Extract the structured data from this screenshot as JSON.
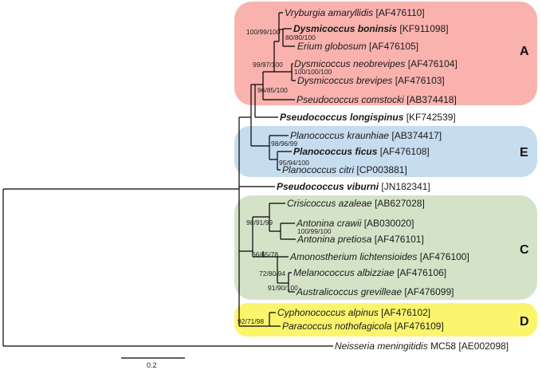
{
  "clades": [
    {
      "letter": "A",
      "color": "#f9b2ae"
    },
    {
      "letter": "E",
      "color": "#c6dcef"
    },
    {
      "letter": "C",
      "color": "#d4e3c8"
    },
    {
      "letter": "D",
      "color": "#fbf56e"
    }
  ],
  "leaves": [
    {
      "genus": "Vryburgia amaryllidis",
      "acc": "[AF476110]",
      "bold": false
    },
    {
      "genus": "Dysmicoccus boninsis",
      "acc": "[KF911098]",
      "bold": true
    },
    {
      "genus": "Erium globosum",
      "acc": "[AF476105]",
      "bold": false
    },
    {
      "genus": "Dysmicoccus neobrevipes",
      "acc": "[AF476104]",
      "bold": false
    },
    {
      "genus": "Dysmicoccus brevipes",
      "acc": "[AF476103]",
      "bold": false
    },
    {
      "genus": "Pseudococcus comstocki",
      "acc": "[AB374418]",
      "bold": false
    },
    {
      "genus": "Pseudococcus longispinus",
      "acc": "[KF742539]",
      "bold": true
    },
    {
      "genus": "Planococcus kraunhiae",
      "acc": "[AB374417]",
      "bold": false
    },
    {
      "genus": "Planococcus ficus",
      "acc": "[AF476108]",
      "bold": true
    },
    {
      "genus": "Planococcus citri",
      "acc": "[CP003881]",
      "bold": false
    },
    {
      "genus": "Pseudococcus viburni",
      "acc": "[JN182341]",
      "bold": true
    },
    {
      "genus": "Crisicoccus azaleae",
      "acc": "[AB627028]",
      "bold": false
    },
    {
      "genus": "Antonina crawii",
      "acc": "[AB030020]",
      "bold": false
    },
    {
      "genus": "Antonina pretiosa",
      "acc": "[AF476101]",
      "bold": false
    },
    {
      "genus": "Amonostherium lichtensioides",
      "acc": "[AF476100]",
      "bold": false
    },
    {
      "genus": "Melanococcus albizziae",
      "acc": "[AF476106]",
      "bold": false
    },
    {
      "genus": "Australicoccus grevilleae",
      "acc": "[AF476099]",
      "bold": false
    },
    {
      "genus": "Cyphonococcus alpinus",
      "acc": "[AF476102]",
      "bold": false
    },
    {
      "genus": "Paracoccus nothofagicola",
      "acc": "[AF476109]",
      "bold": false
    },
    {
      "genus": "Neisseria meningitidis",
      "extra": "MC58",
      "acc": "[AE002098]",
      "bold": false
    }
  ],
  "support": [
    "100/99/100",
    "80/80/100",
    "99/97/100",
    "100/100/100",
    "96/85/100",
    "98/96/99",
    "95/94/100",
    "98/91/99",
    "100/99/100",
    "66/65/78",
    "72/80/94",
    "91/90/100",
    "92/71/98"
  ],
  "scale": {
    "label": "0.2"
  }
}
